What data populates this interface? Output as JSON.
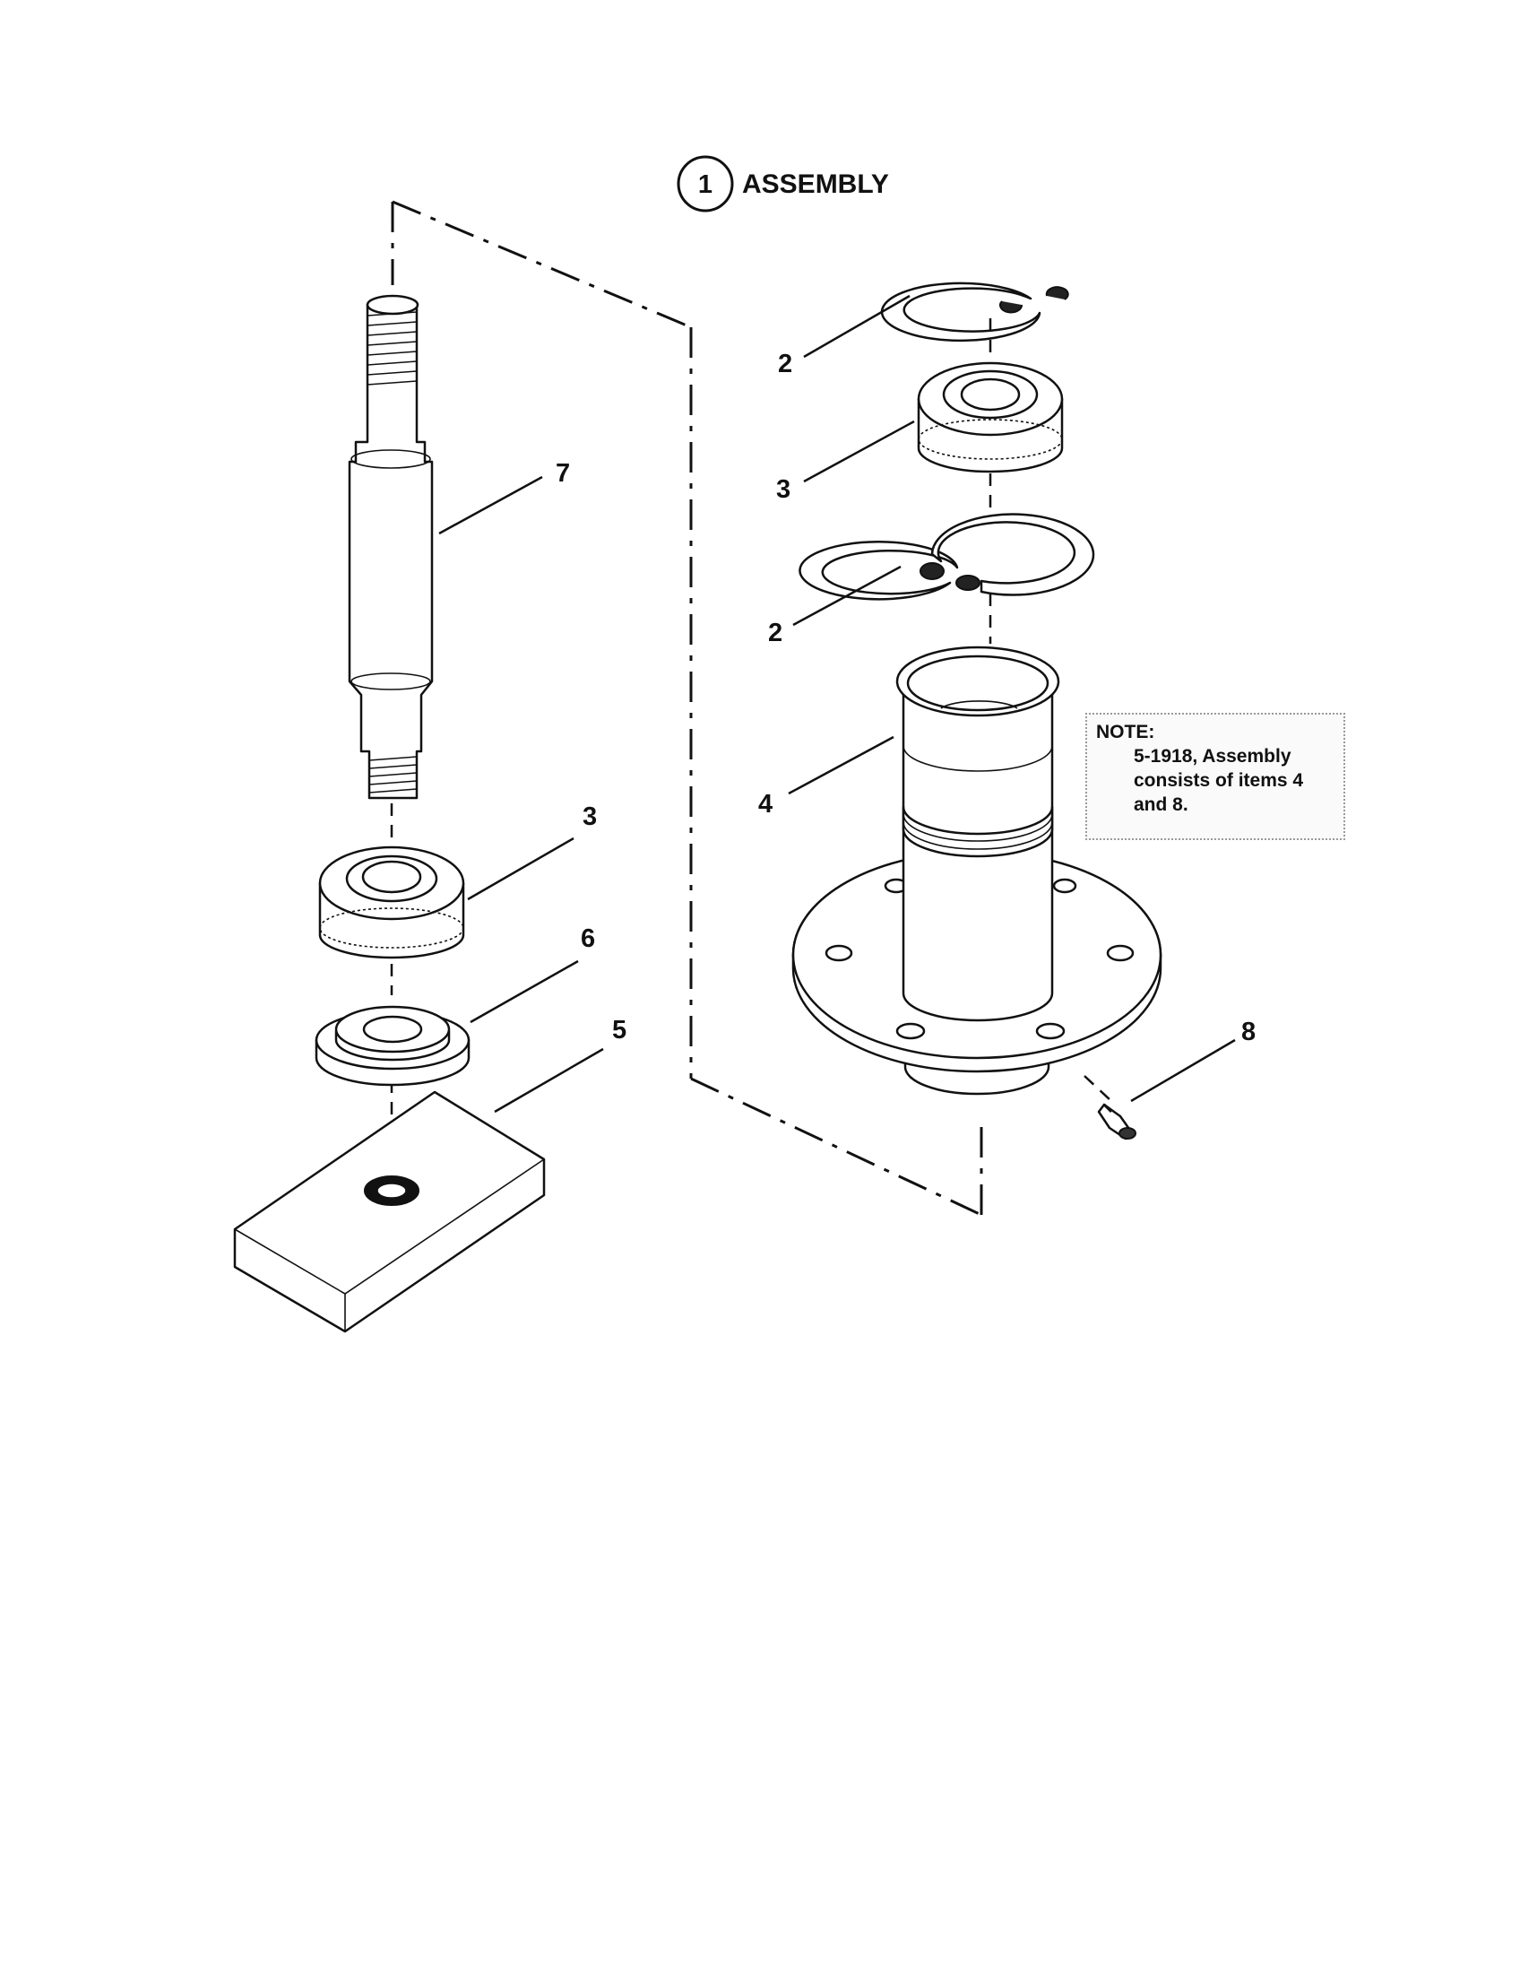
{
  "title": {
    "item_number": "1",
    "label": "ASSEMBLY"
  },
  "note": {
    "heading": "NOTE:",
    "text": "5-1918, Assembly consists of items 4 and 8."
  },
  "callouts": {
    "c7": "7",
    "c3_left": "3",
    "c6": "6",
    "c5": "5",
    "c2_top": "2",
    "c3_right": "3",
    "c2_lower": "2",
    "c4": "4",
    "c8": "8"
  }
}
